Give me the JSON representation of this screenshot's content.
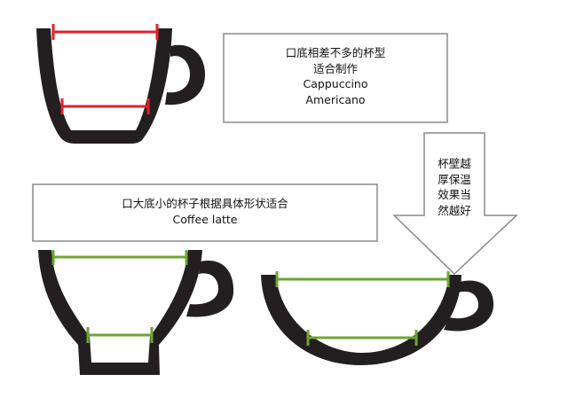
{
  "colors": {
    "cup": "#231f20",
    "red_measure": "#e2202a",
    "green_measure": "#6ea531",
    "box_border": "#8a8a8a"
  },
  "box_top": {
    "lines": [
      "口底相差不多的杯型",
      "适合制作",
      "Cappuccino",
      "Americano"
    ]
  },
  "box_bottom": {
    "lines": [
      "口大底小的杯子根据具体形状适合",
      "Coffee latte"
    ]
  },
  "arrow": {
    "lines": [
      "杯壁越",
      "厚保温",
      "效果当",
      "然越好"
    ]
  }
}
